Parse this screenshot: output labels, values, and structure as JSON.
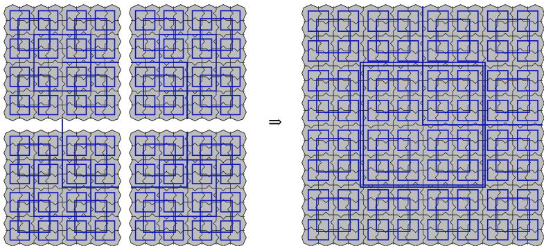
{
  "diagram": {
    "symbol": "⇒",
    "tiles": [
      {
        "name": "small-tile-top-left",
        "role": "input"
      },
      {
        "name": "small-tile-top-right",
        "role": "input"
      },
      {
        "name": "small-tile-bottom-left",
        "role": "input"
      },
      {
        "name": "small-tile-bottom-right",
        "role": "input"
      },
      {
        "name": "large-composite-tile",
        "role": "output"
      }
    ],
    "colors": {
      "tile_fill": "#bdbdbd",
      "edge": "#111111",
      "path": "#0b13b8",
      "background": "#ffffff"
    }
  }
}
